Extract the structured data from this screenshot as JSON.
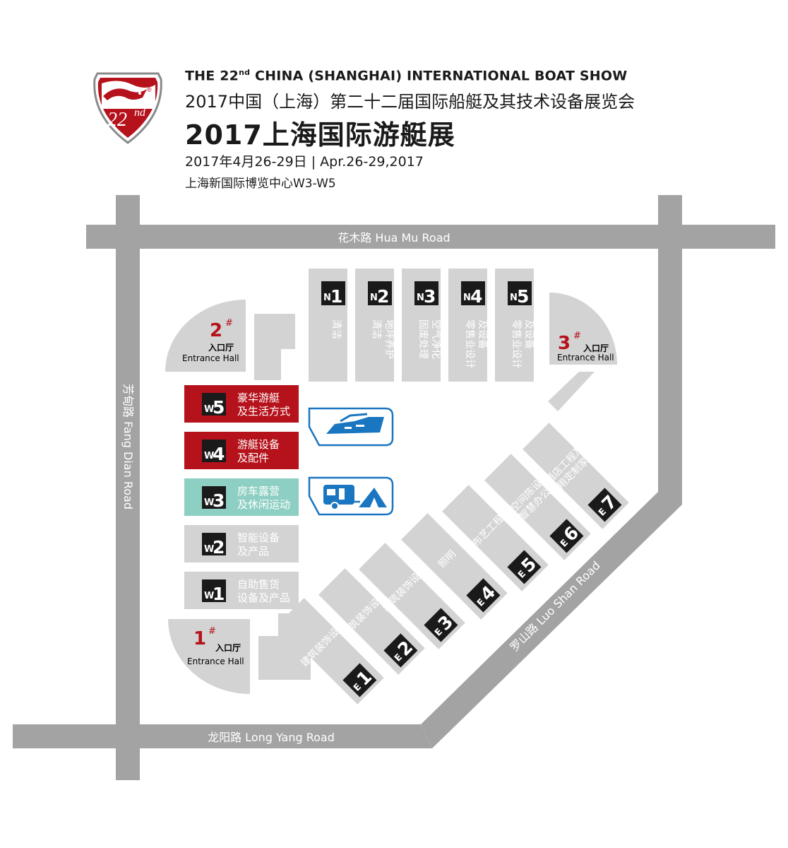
{
  "header": {
    "title_en_prefix": "THE 22",
    "title_en_sup": "nd",
    "title_en_suffix": " CHINA (SHANGHAI) INTERNATIONAL BOAT SHOW",
    "title_cn": "2017中国（上海）第二十二届国际船艇及其技术设备展览会",
    "title_big": "2017上海国际游艇展",
    "dates": "2017年4月26-29日 | Apr.26-29,2017",
    "venue": "上海新国际博览中心W3-W5"
  },
  "logo": {
    "text": "22",
    "sup": "nd",
    "mark": "®",
    "color": "#b5121b"
  },
  "roads": {
    "top": "花木路 Hua Mu Road",
    "left": "芳甸路 Fang Dian Road",
    "bottom": "龙阳路 Long Yang Road",
    "right": "罗山路 Luo Shan Road"
  },
  "entrances": [
    {
      "num": "2",
      "hash": "#",
      "cn": "入口厅",
      "en": "Entrance Hall"
    },
    {
      "num": "3",
      "hash": "#",
      "cn": "入口厅",
      "en": "Entrance Hall"
    },
    {
      "num": "1",
      "hash": "#",
      "cn": "入口厅",
      "en": "Entrance Hall"
    }
  ],
  "north_halls": [
    {
      "letter": "N",
      "num": "1",
      "label": "清洁"
    },
    {
      "letter": "N",
      "num": "2",
      "label": "清洁 地坪养护"
    },
    {
      "letter": "N",
      "num": "3",
      "label": "固废处理 空气净化"
    },
    {
      "letter": "N",
      "num": "4",
      "label": "零售业设计 及设备"
    },
    {
      "letter": "N",
      "num": "5",
      "label": "零售业设计 及设备"
    }
  ],
  "west_halls": [
    {
      "letter": "W",
      "num": "5",
      "line1": "豪华游艇",
      "line2": "及生活方式"
    },
    {
      "letter": "W",
      "num": "4",
      "line1": "游艇设备",
      "line2": "及配件"
    },
    {
      "letter": "W",
      "num": "3",
      "line1": "房车露营",
      "line2": "及休闲运动"
    },
    {
      "letter": "W",
      "num": "2",
      "line1": "智能设备",
      "line2": "及产品"
    },
    {
      "letter": "W",
      "num": "1",
      "line1": "自助售货",
      "line2": "设备及产品"
    }
  ],
  "east_halls": [
    {
      "letter": "E",
      "num": "1",
      "label": "建筑装饰设计"
    },
    {
      "letter": "E",
      "num": "2",
      "label": "建筑装饰设计"
    },
    {
      "letter": "E",
      "num": "3",
      "label": "建筑装饰设计"
    },
    {
      "letter": "E",
      "num": "4",
      "label": "照明"
    },
    {
      "letter": "E",
      "num": "5",
      "label": "布艺工程"
    },
    {
      "letter": "E",
      "num": "6",
      "line1": "空间陈设",
      "line2": "智慧办公"
    },
    {
      "letter": "E",
      "num": "7",
      "line1": "酒店工程及",
      "line2": "商用定制家具"
    }
  ],
  "icons": [
    "yacht-icon",
    "caravan-tent-icon"
  ],
  "colors": {
    "road": "#a3a3a3",
    "hall": "#d3d3d3",
    "red_hall": "#b5121b",
    "teal_hall": "#8ecfc3",
    "entrance_red": "#b5121b",
    "badge": "#1a1a1a",
    "icon_blue": "#1a76c0"
  }
}
